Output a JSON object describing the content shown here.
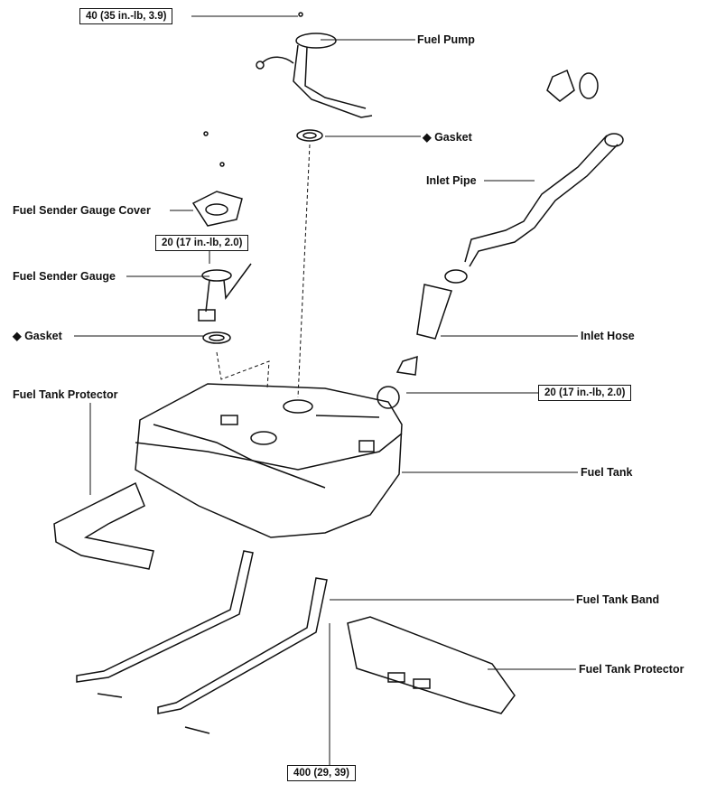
{
  "labels": {
    "fuel_pump": "Fuel Pump",
    "gasket_top": "◆ Gasket",
    "inlet_pipe": "Inlet Pipe",
    "sender_cover": "Fuel Sender Gauge Cover",
    "sender_gauge": "Fuel Sender Gauge",
    "gasket_left": "◆ Gasket",
    "inlet_hose": "Inlet Hose",
    "protector_left": "Fuel Tank Protector",
    "fuel_tank": "Fuel Tank",
    "tank_band": "Fuel Tank Band",
    "protector_right": "Fuel Tank Protector"
  },
  "torque_specs": {
    "pump_bolt": "40 (35 in.-lb, 3.9)",
    "sender_bolt": "20 (17 in.-lb, 2.0)",
    "filler_bolt": "20 (17 in.-lb, 2.0)",
    "band_bolt": "400 (29, 39)"
  },
  "colors": {
    "line": "#111111",
    "background": "#ffffff"
  }
}
